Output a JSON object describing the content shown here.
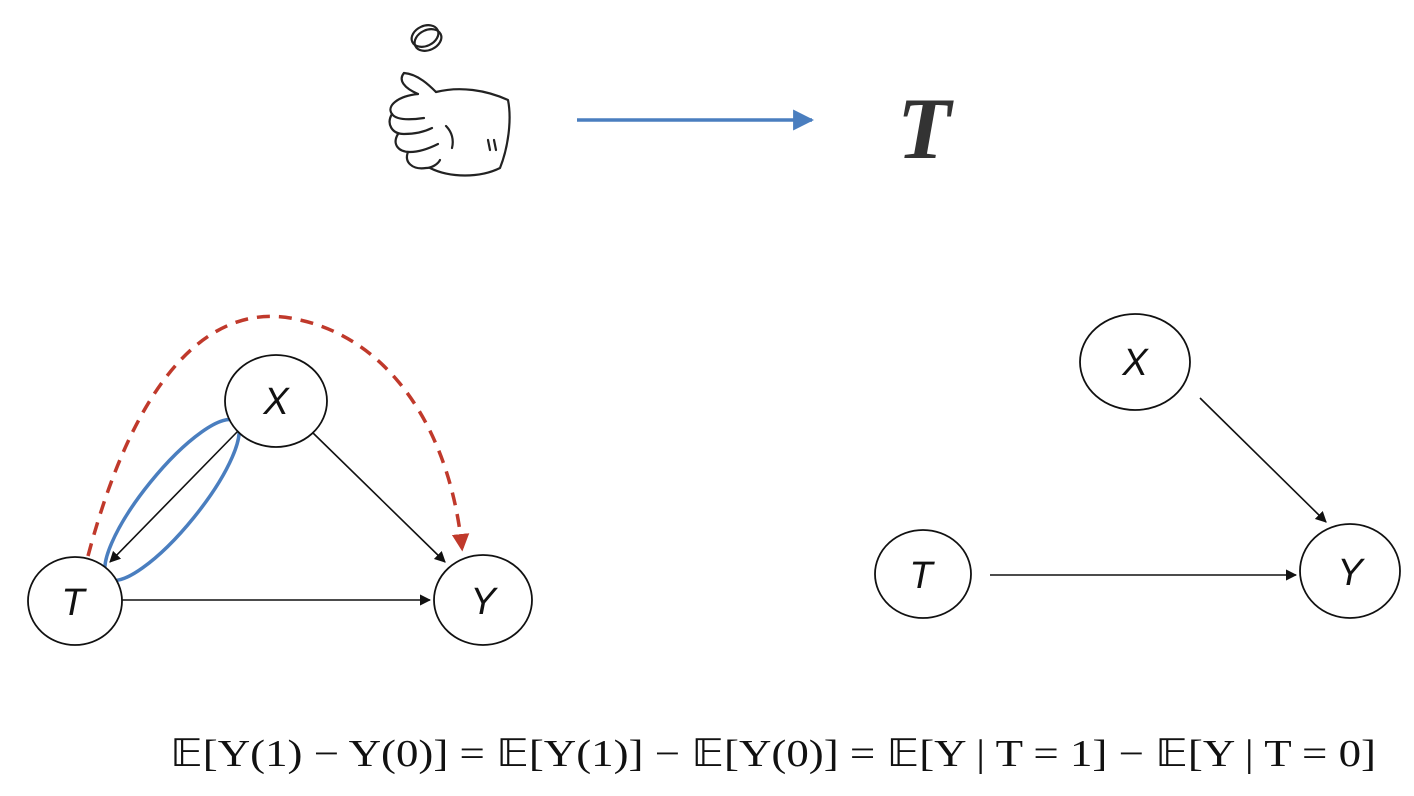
{
  "top": {
    "icon": "coin-flip-hand-icon",
    "treatment_label": "T",
    "arrow_color": "#4a7ebf"
  },
  "left_graph": {
    "nodes": {
      "x": "X",
      "t": "T",
      "y": "Y"
    },
    "confounding_path_color": "#c0392b",
    "backdoor_highlight_color": "#4a7ebf"
  },
  "right_graph": {
    "nodes": {
      "x": "X",
      "t": "T",
      "y": "Y"
    }
  },
  "equation": {
    "text": "𝔼[Y(1) − Y(0)] = 𝔼[Y(1)] − 𝔼[Y(0)] = 𝔼[Y | T = 1] − 𝔼[Y | T = 0]"
  }
}
